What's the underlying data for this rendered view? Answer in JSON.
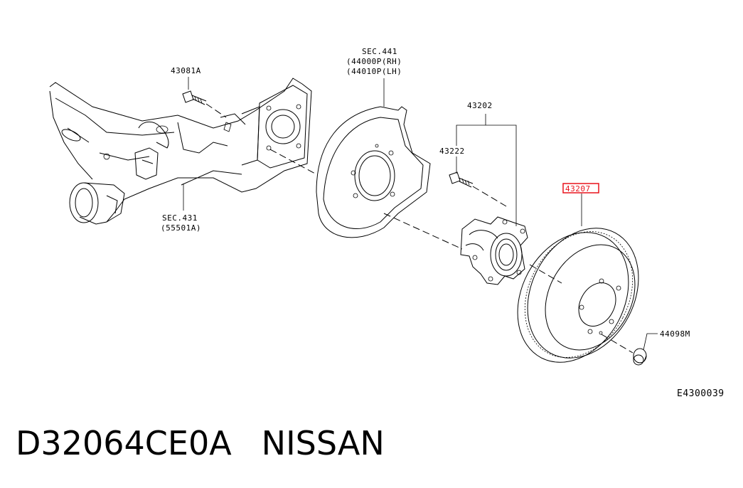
{
  "labels": {
    "bolt_43081a": "43081A",
    "sec441": "SEC.441",
    "sec441_rh": "(44000P(RH)",
    "sec441_lh": "(44010P(LH)",
    "hub_43202": "43202",
    "bolt_43222": "43222",
    "rotor_43207": "43207",
    "sec431": "SEC.431",
    "sec431_part": "(55501A)",
    "nut_44098m": "44098M",
    "diagram_code": "E4300039"
  },
  "highlight_color": "#e8121c",
  "caption": {
    "part_number": "D32064CE0A",
    "brand": "NISSAN"
  }
}
